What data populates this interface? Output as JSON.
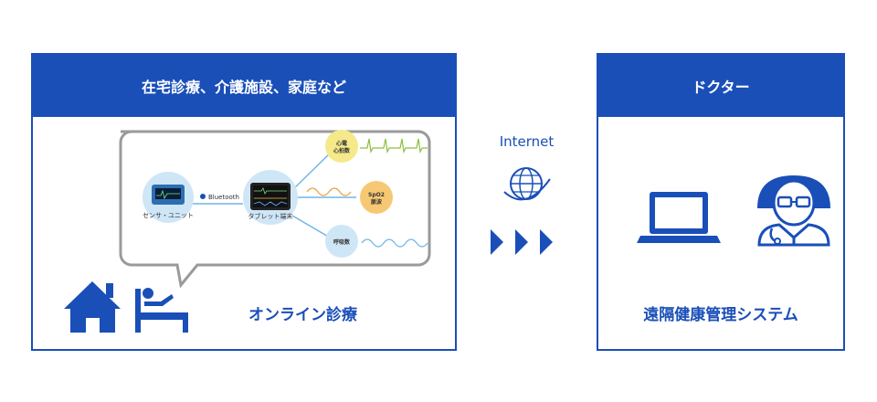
{
  "left": {
    "header": "在宅診療、介護施設、家庭など",
    "bubble": {
      "sensor_label": "センサ・ユニット",
      "bluetooth_label": "Bluetooth",
      "tablet_label": "タブレット端末",
      "ecg_label_1": "心電",
      "ecg_label_2": "心拍数",
      "spo2_label_1": "SpO2",
      "spo2_label_2": "脈波",
      "resp_label": "呼吸数"
    },
    "caption": "オンライン診療"
  },
  "middle": {
    "internet_label": "Internet"
  },
  "right": {
    "header": "ドクター",
    "caption": "遠隔健康管理システム"
  },
  "colors": {
    "primary": "#1a4fb8",
    "accent_yellow": "#f5e98a",
    "accent_orange": "#f7c873",
    "accent_blue": "#cfe6f7"
  },
  "icons": [
    "house-icon",
    "patient-bed-icon",
    "globe-icon",
    "laptop-icon",
    "doctor-icon"
  ]
}
